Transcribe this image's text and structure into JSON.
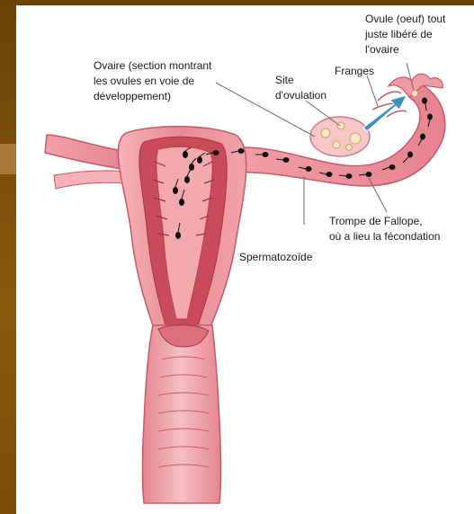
{
  "labels": {
    "ovule": [
      "Ovule (oeuf) tout",
      "juste libéré de",
      "l'ovaire"
    ],
    "ovaire": [
      "Ovaire (section montrant",
      "les ovules en voie de",
      "développement)"
    ],
    "site": [
      "Site",
      "d'ovulation"
    ],
    "franges": "Franges",
    "trompe": [
      "Trompe de Fallope,",
      "où a lieu la fécondation"
    ],
    "spermatozoide": "Spermatozoïde"
  },
  "colors": {
    "frame": "#7a4d0a",
    "tissue_outer": "#f4a9ad",
    "tissue_mid": "#e27c86",
    "tissue_inner": "#c94a5a",
    "ovary": "#f6c6c8",
    "arrow": "#3f8fc4",
    "sperm": "#111111"
  }
}
